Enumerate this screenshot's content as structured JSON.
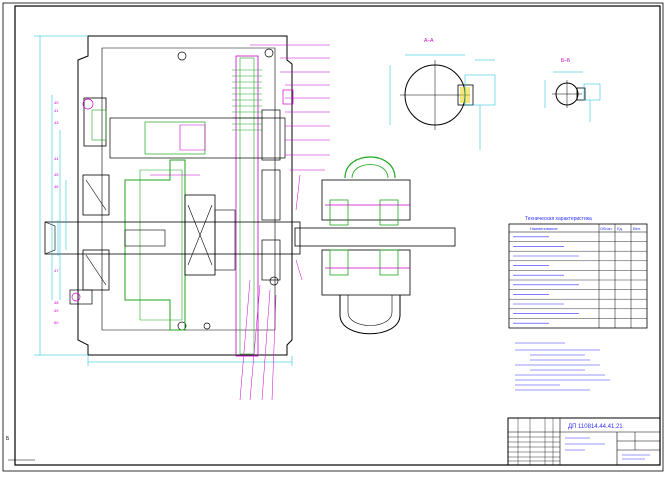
{
  "colors": {
    "outline": "#000000",
    "part": "#1fa51f",
    "leader": "#cc00cc",
    "dimension": "#00bcd4",
    "text_blue": "#3030ff",
    "highlight": "#e8d000"
  },
  "sections": {
    "aa_label": "А–А",
    "bb_label": "Б–Б"
  },
  "technical_characteristics": {
    "title": "Техническая характеристика",
    "header_row": [
      "Наименование",
      "Обозн.",
      "Ед.",
      "Вел."
    ],
    "rows": [
      [
        "",
        "",
        "",
        ""
      ],
      [
        "",
        "",
        "",
        ""
      ],
      [
        "",
        "",
        "",
        ""
      ],
      [
        "",
        "",
        "",
        ""
      ],
      [
        "",
        "",
        "",
        ""
      ],
      [
        "",
        "",
        "",
        ""
      ],
      [
        "",
        "",
        "",
        ""
      ],
      [
        "",
        "",
        "",
        ""
      ],
      [
        "",
        "",
        "",
        ""
      ],
      [
        "",
        "",
        "",
        ""
      ]
    ]
  },
  "title_block": {
    "designation": "ДП 110814.44.41.21"
  },
  "side_marker": "Б"
}
